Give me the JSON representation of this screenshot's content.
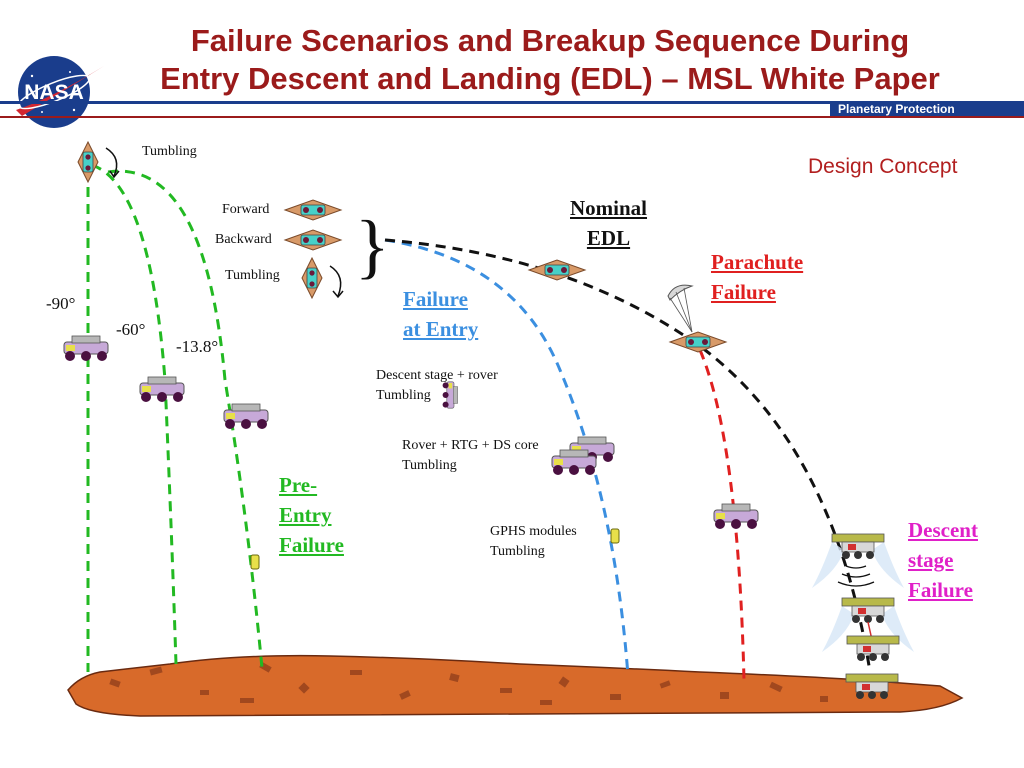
{
  "title": {
    "line1": "Failure Scenarios and Breakup Sequence During",
    "line2": "Entry Descent and Landing (EDL) – MSL White Paper"
  },
  "header_bar": {
    "tag": "Planetary Protection",
    "accent": "#1a3d8c"
  },
  "logo": {
    "text": "NASA"
  },
  "design_concept": "Design Concept",
  "labels": {
    "tumbling_top": "Tumbling",
    "forward": "Forward",
    "backward": "Backward",
    "tumbling_mid": "Tumbling",
    "angle_90": "-90°",
    "angle_60": "-60°",
    "angle_13": "-13.8°",
    "nominal": [
      "Nominal",
      "EDL"
    ],
    "parachute": [
      "Parachute",
      "Failure"
    ],
    "failure_entry": [
      "Failure",
      "at Entry"
    ],
    "pre_entry": [
      "Pre-",
      "Entry",
      "Failure"
    ],
    "descent_stage": [
      "Descent",
      "stage",
      "Failure"
    ],
    "descent_rover": [
      "Descent stage + rover",
      "Tumbling"
    ],
    "rover_rtg": [
      "Rover + RTG + DS core",
      "Tumbling"
    ],
    "gphs": [
      "GPHS modules",
      "Tumbling"
    ]
  },
  "colors": {
    "pre_entry": "#22b922",
    "entry": "#3b8fe0",
    "parachute": "#e02020",
    "nominal": "#111111",
    "descent": "#e020c8",
    "title": "#9b1b1b"
  }
}
